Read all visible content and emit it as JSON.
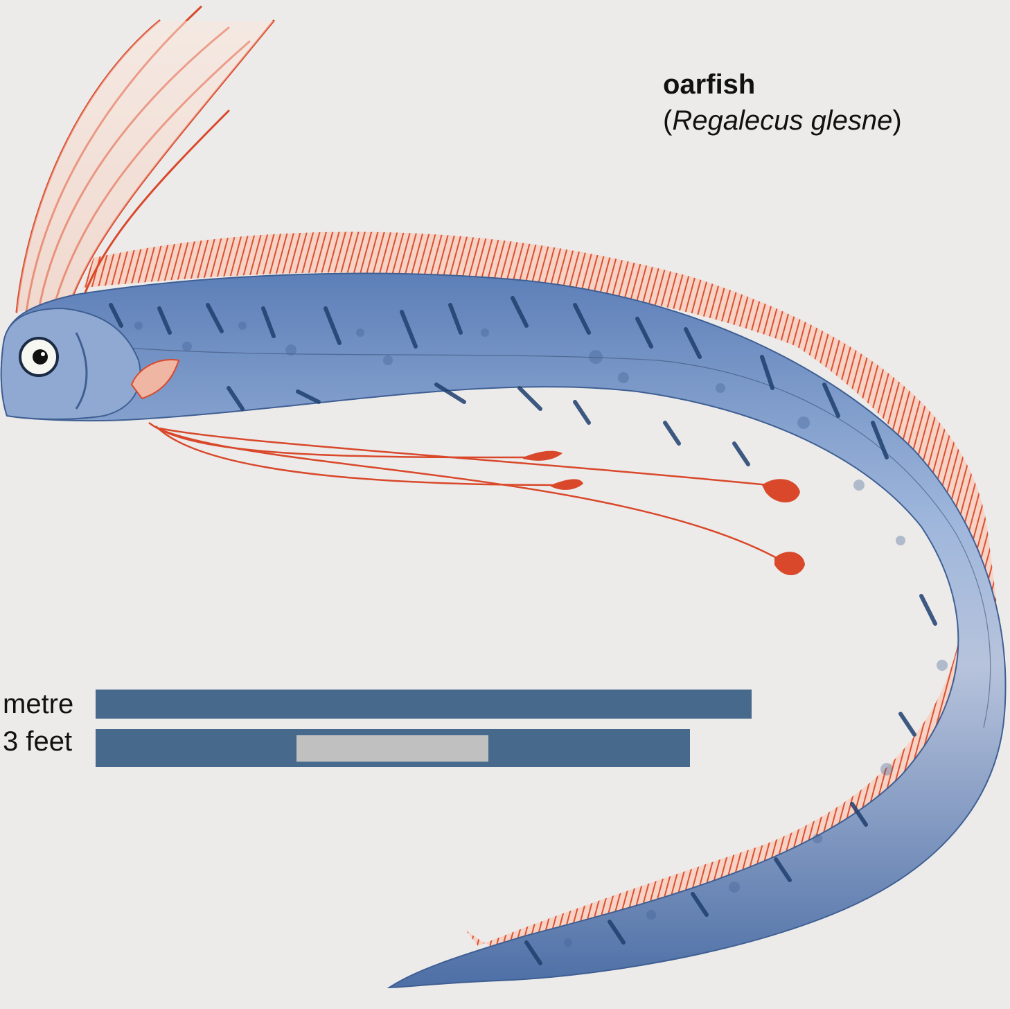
{
  "title": {
    "common_name": "oarfish",
    "open_paren": "(",
    "scientific_name": "Regalecus glesne",
    "close_paren": ")"
  },
  "scale": {
    "metre_label": "metre",
    "feet_label": "3 feet"
  },
  "colors": {
    "background": "#ecebea",
    "body": "#7f9bc9",
    "fins": "#d9482a",
    "scale_bar": "#47698c",
    "scale_highlight": "#c0c0c0"
  }
}
